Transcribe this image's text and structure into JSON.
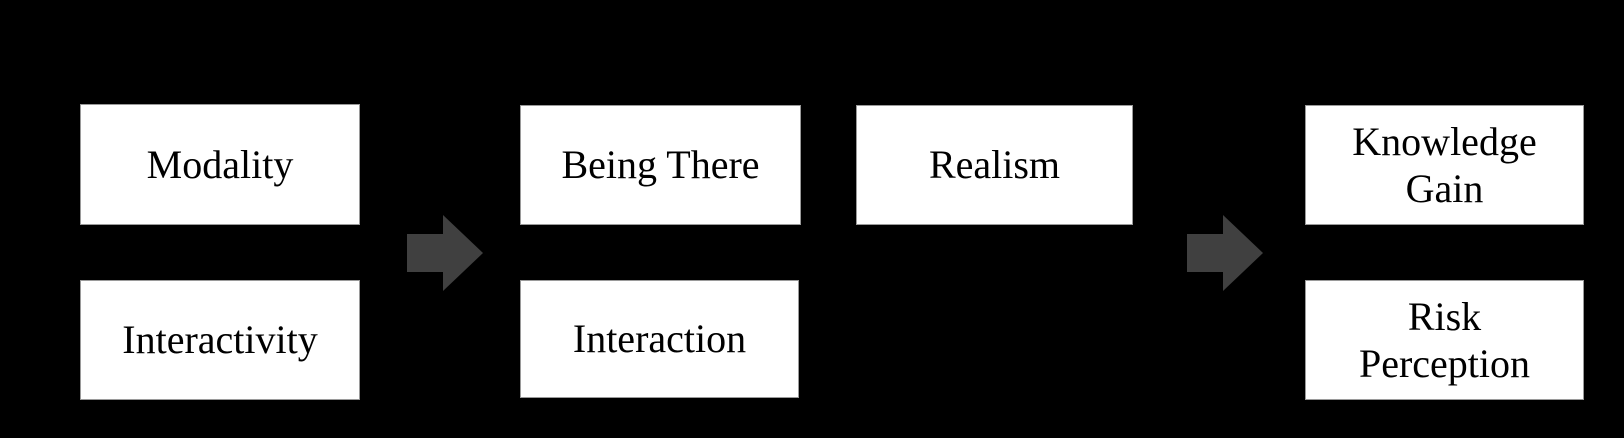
{
  "diagram": {
    "title": "Media attributes to outcomes flow diagram",
    "colors": {
      "background": "#000000",
      "box_fill": "#ffffff",
      "box_border": "#9a9a9a",
      "text": "#000000",
      "arrow": "#404040"
    },
    "boxes": [
      {
        "id": "modality",
        "label": "Modality"
      },
      {
        "id": "interactivity",
        "label": "Interactivity"
      },
      {
        "id": "being-there",
        "label": "Being There"
      },
      {
        "id": "interaction",
        "label": "Interaction"
      },
      {
        "id": "realism",
        "label": "Realism"
      },
      {
        "id": "knowledge-gain",
        "label": "Knowledge\nGain"
      },
      {
        "id": "risk-perception",
        "label": "Risk\nPerception"
      }
    ],
    "arrows": [
      {
        "id": "arrow-1",
        "meaning": "left column leads to middle column"
      },
      {
        "id": "arrow-2",
        "meaning": "middle column leads to right column"
      }
    ]
  }
}
